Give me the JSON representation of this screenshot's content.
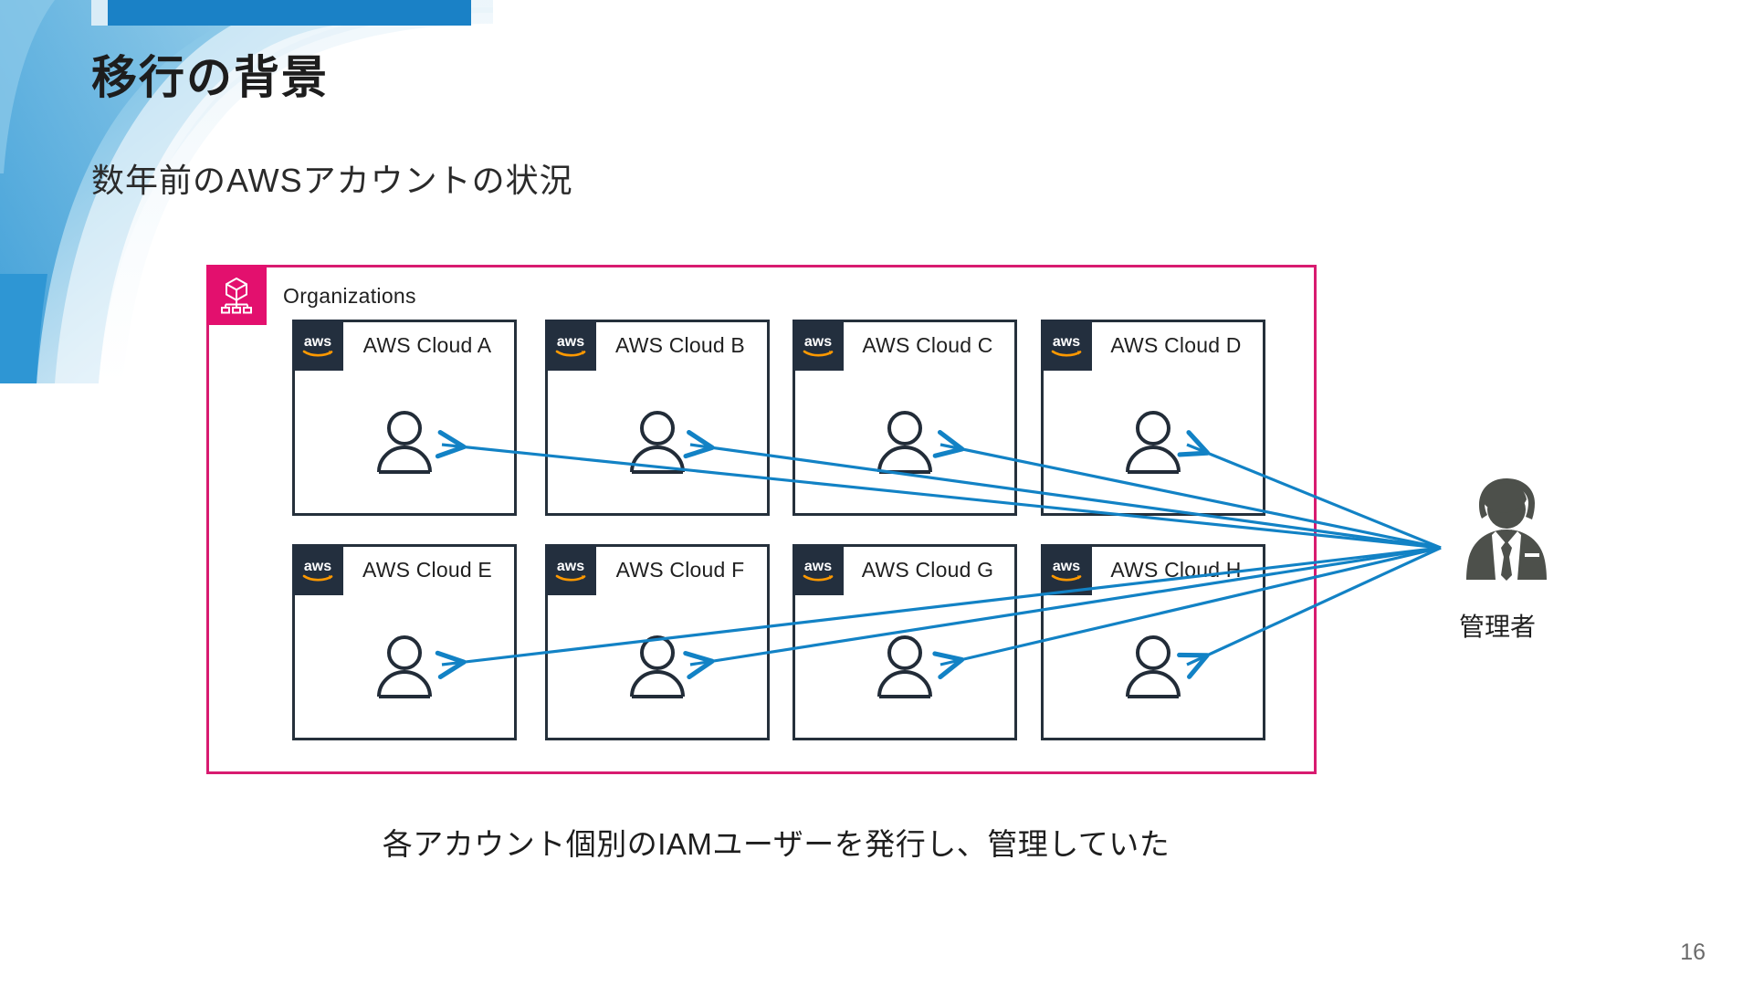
{
  "slide": {
    "title": "移行の背景",
    "subtitle": "数年前のAWSアカウントの状況",
    "caption": "各アカウント個別のIAMユーザーを発行し、管理していた",
    "page_number": "16"
  },
  "organizations": {
    "label": "Organizations",
    "badge_icon": "organizations-cube-icon",
    "border_color": "#d81b70",
    "badge_color": "#e3106e"
  },
  "accounts": [
    {
      "name": "AWS Cloud A",
      "logo": "aws-logo",
      "user_icon": "iam-user-icon"
    },
    {
      "name": "AWS Cloud B",
      "logo": "aws-logo",
      "user_icon": "iam-user-icon"
    },
    {
      "name": "AWS Cloud C",
      "logo": "aws-logo",
      "user_icon": "iam-user-icon"
    },
    {
      "name": "AWS Cloud D",
      "logo": "aws-logo",
      "user_icon": "iam-user-icon"
    },
    {
      "name": "AWS Cloud E",
      "logo": "aws-logo",
      "user_icon": "iam-user-icon"
    },
    {
      "name": "AWS Cloud F",
      "logo": "aws-logo",
      "user_icon": "iam-user-icon"
    },
    {
      "name": "AWS Cloud G",
      "logo": "aws-logo",
      "user_icon": "iam-user-icon"
    },
    {
      "name": "AWS Cloud H",
      "logo": "aws-logo",
      "user_icon": "iam-user-icon"
    }
  ],
  "admin": {
    "label": "管理者",
    "icon": "administrator-person-icon",
    "color": "#4d504b"
  },
  "connections": {
    "count": 8,
    "color": "#1282c5",
    "description": "arrows from administrator to each account IAM user"
  },
  "colors": {
    "aws_navy": "#232f3e",
    "arrow_blue": "#1282c5",
    "accent_pink": "#d81b70",
    "deco_blue": "#1e87c9",
    "text_dark": "#1d1d1d"
  }
}
